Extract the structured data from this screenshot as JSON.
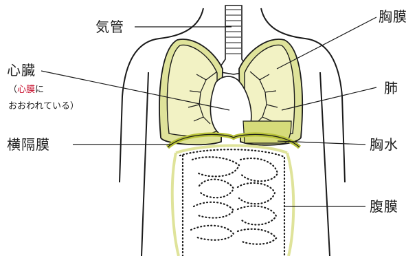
{
  "labels": {
    "trachea": "気管",
    "pleura": "胸膜",
    "heart": "心臓",
    "pericardium_open": "（",
    "pericardium": "心膜",
    "pericardium_rest": "に",
    "covered": "おおわれている）",
    "lung": "肺",
    "diaphragm": "横隔膜",
    "effusion": "胸水",
    "peritoneum": "腹膜"
  },
  "colors": {
    "lung_fill": "#f2f2c4",
    "membrane": "#b8c23a",
    "effusion": "#d6db7a",
    "peritoneum": "#dfe39a",
    "ink": "#1a1a1a",
    "accent_red": "#c8102e"
  }
}
